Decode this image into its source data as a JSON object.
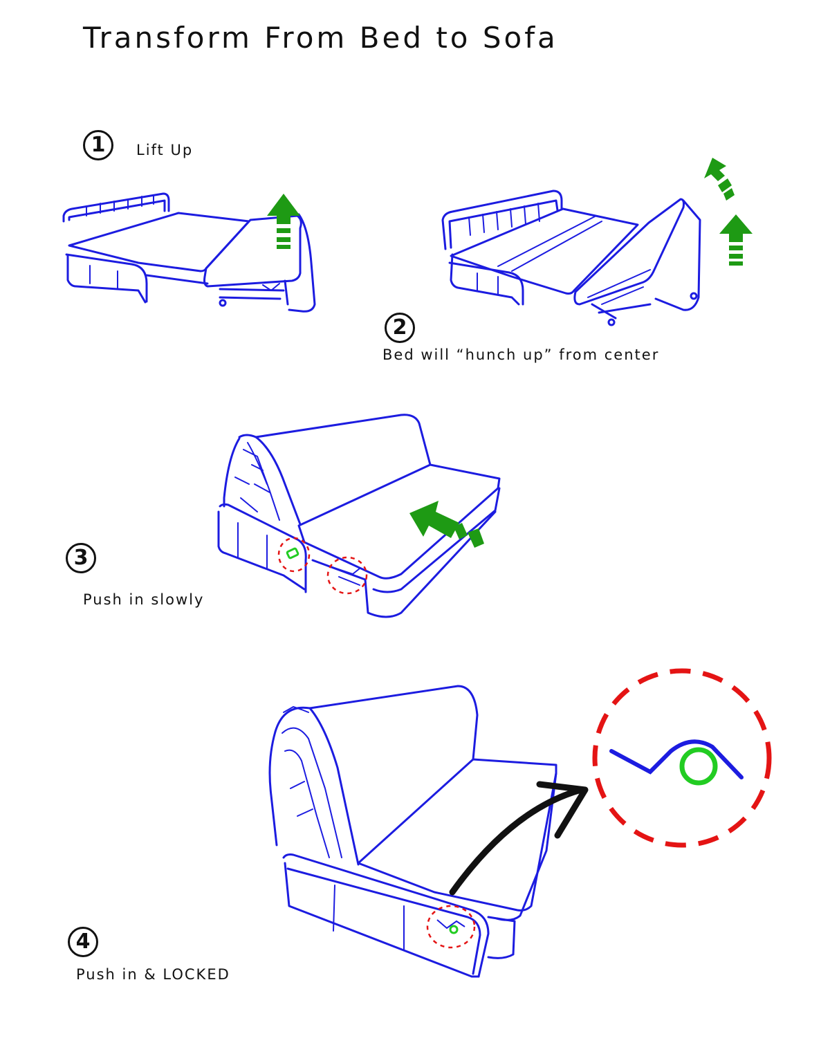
{
  "title": "Transform From Bed to Sofa",
  "steps": [
    {
      "number": "1",
      "caption": "Lift Up"
    },
    {
      "number": "2",
      "caption": "Bed will “hunch up” from center"
    },
    {
      "number": "3",
      "caption": "Push in slowly"
    },
    {
      "number": "4",
      "caption": "Push in & LOCKED"
    }
  ],
  "colors": {
    "outline": "#1c1ce0",
    "arrow": "#1e9a14",
    "highlight": "#e41414",
    "lock": "#22cc22",
    "pointer": "#111111"
  }
}
